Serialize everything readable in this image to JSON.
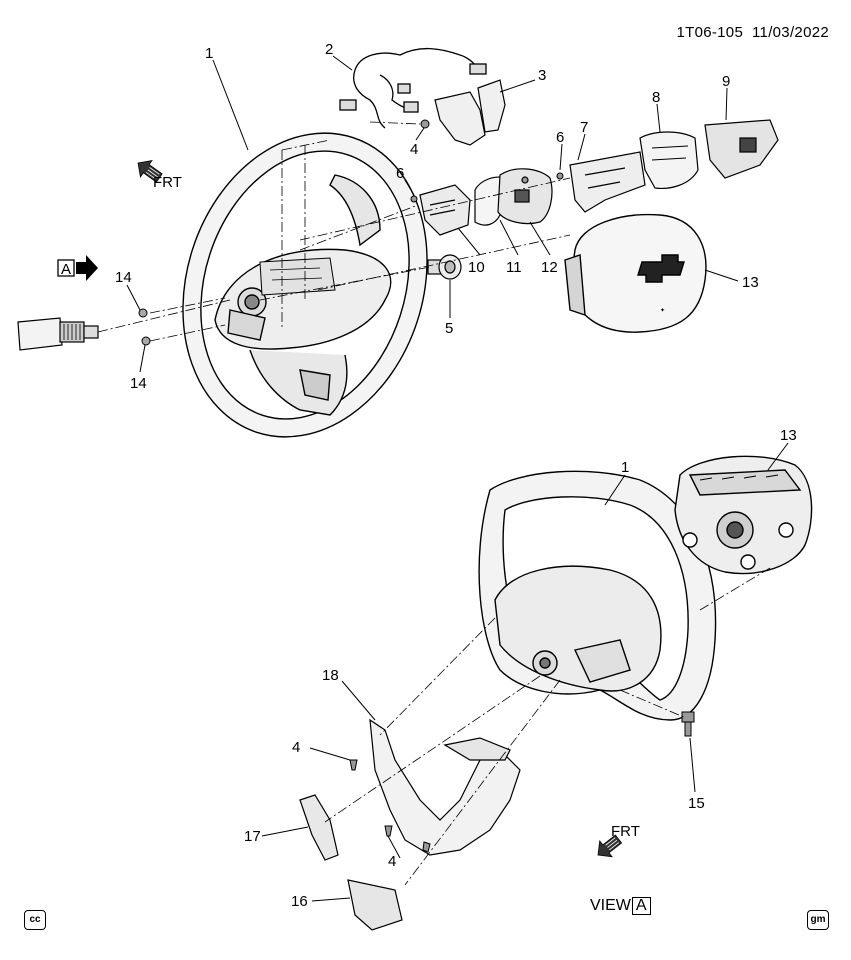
{
  "header": {
    "code": "1T06-105",
    "date": "11/03/2022"
  },
  "view_label": {
    "text": "VIEW",
    "ref": "A"
  },
  "ref_box": "A",
  "frt": "FRT",
  "badges": {
    "left": "cc",
    "right": "gm"
  },
  "callouts": [
    "1",
    "2",
    "3",
    "4",
    "5",
    "6",
    "6",
    "7",
    "8",
    "9",
    "10",
    "11",
    "12",
    "13",
    "14",
    "14",
    "1",
    "13",
    "18",
    "4",
    "17",
    "4",
    "16",
    "15"
  ],
  "colors": {
    "line": "#000000",
    "part": "#f2f2f2",
    "part_dark": "#777777",
    "frt_arrow": "#333333"
  }
}
